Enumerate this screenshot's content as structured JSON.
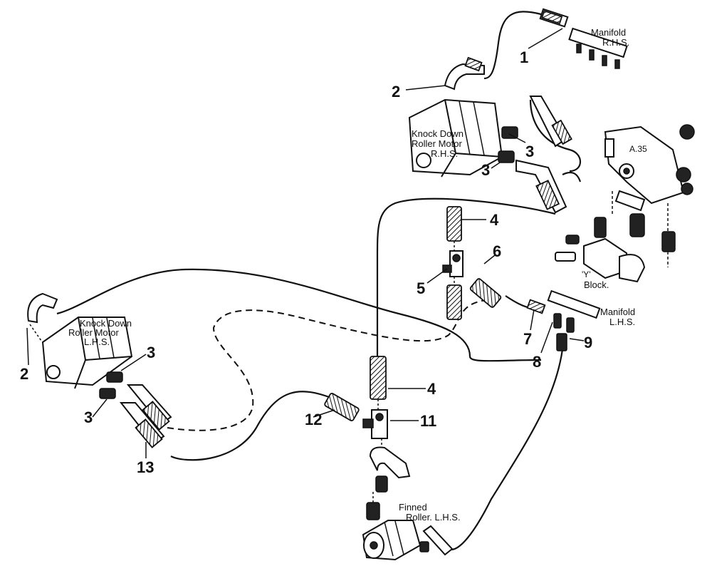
{
  "labels": {
    "manifold_rhs_line1": "Manifold",
    "manifold_rhs_line2": "R.H.S.",
    "manifold_lhs_line1": "Manifold",
    "manifold_lhs_line2": "L.H.S.",
    "motor_rhs_line1": "Knock Down",
    "motor_rhs_line2": "Roller Motor",
    "motor_rhs_line3": "R.H.S.",
    "motor_lhs_line1": "Knock Down",
    "motor_lhs_line2": "Roller Motor",
    "motor_lhs_line3": "L.H.S.",
    "a35": "A.35",
    "y_block_line1": "'Y'",
    "y_block_line2": "Block.",
    "finned_line1": "Finned",
    "finned_line2": "Roller. L.H.S."
  },
  "callouts": [
    "1",
    "2",
    "3",
    "3",
    "4",
    "5",
    "6",
    "7",
    "8",
    "9",
    "2",
    "3",
    "3",
    "4",
    "12",
    "11",
    "13"
  ]
}
